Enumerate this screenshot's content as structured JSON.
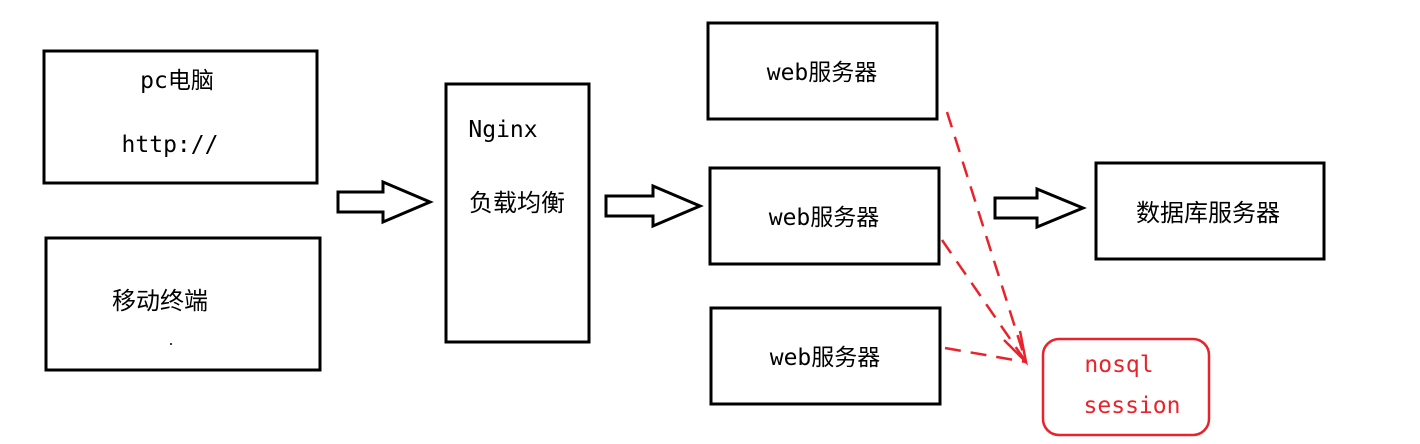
{
  "clients": {
    "pc": {
      "title": "pc电脑",
      "protocol": "http://"
    },
    "mobile": {
      "title": "移动终端"
    }
  },
  "load_balancer": {
    "name": "Nginx",
    "role": "负载均衡"
  },
  "web_servers": [
    {
      "label": "web服务器"
    },
    {
      "label": "web服务器"
    },
    {
      "label": "web服务器"
    }
  ],
  "database": {
    "label": "数据库服务器"
  },
  "session_store": {
    "line1": "nosql",
    "line2": "session",
    "color": "#e8232b"
  }
}
